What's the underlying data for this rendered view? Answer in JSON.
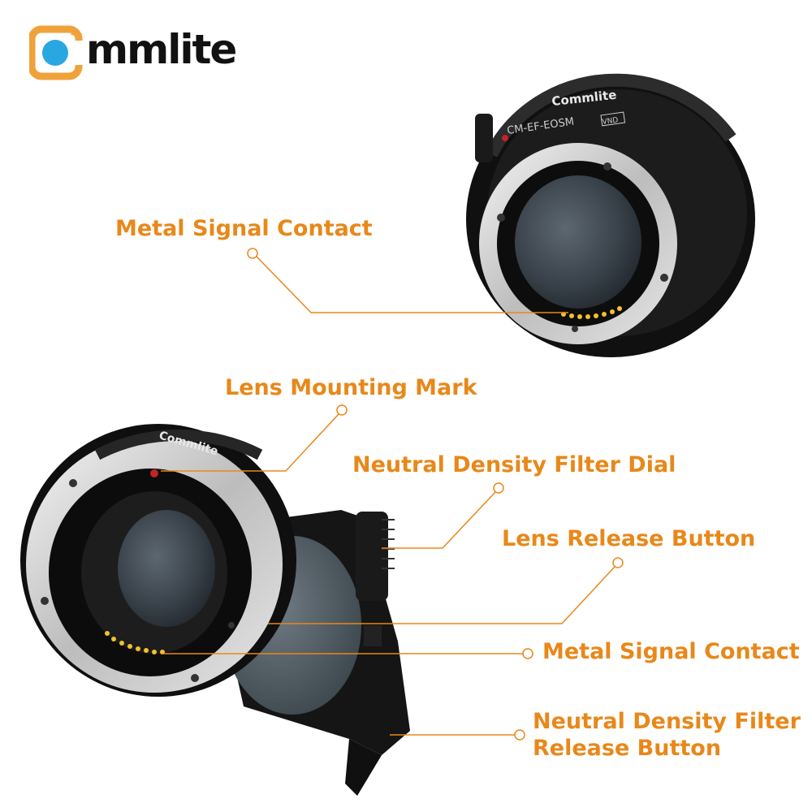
{
  "brand": {
    "name": "mmlite",
    "accent": "#e8881a",
    "ring_color": "#f0a23a",
    "dot_color": "#29a7e1"
  },
  "product_top": {
    "engraving_brand": "Commlite",
    "model": "CM-EF-EOSM",
    "badge": "VND"
  },
  "product_bottom": {
    "engraving_brand": "Commlite"
  },
  "callouts": {
    "top_signal_contact": "Metal Signal Contact",
    "lens_mounting_mark": "Lens Mounting Mark",
    "nd_filter_dial": "Neutral Density Filter Dial",
    "lens_release_button": "Lens Release Button",
    "bottom_signal_contact": "Metal Signal Contact",
    "nd_filter_release_line1": "Neutral Density Filter",
    "nd_filter_release_line2": "Release Button"
  }
}
